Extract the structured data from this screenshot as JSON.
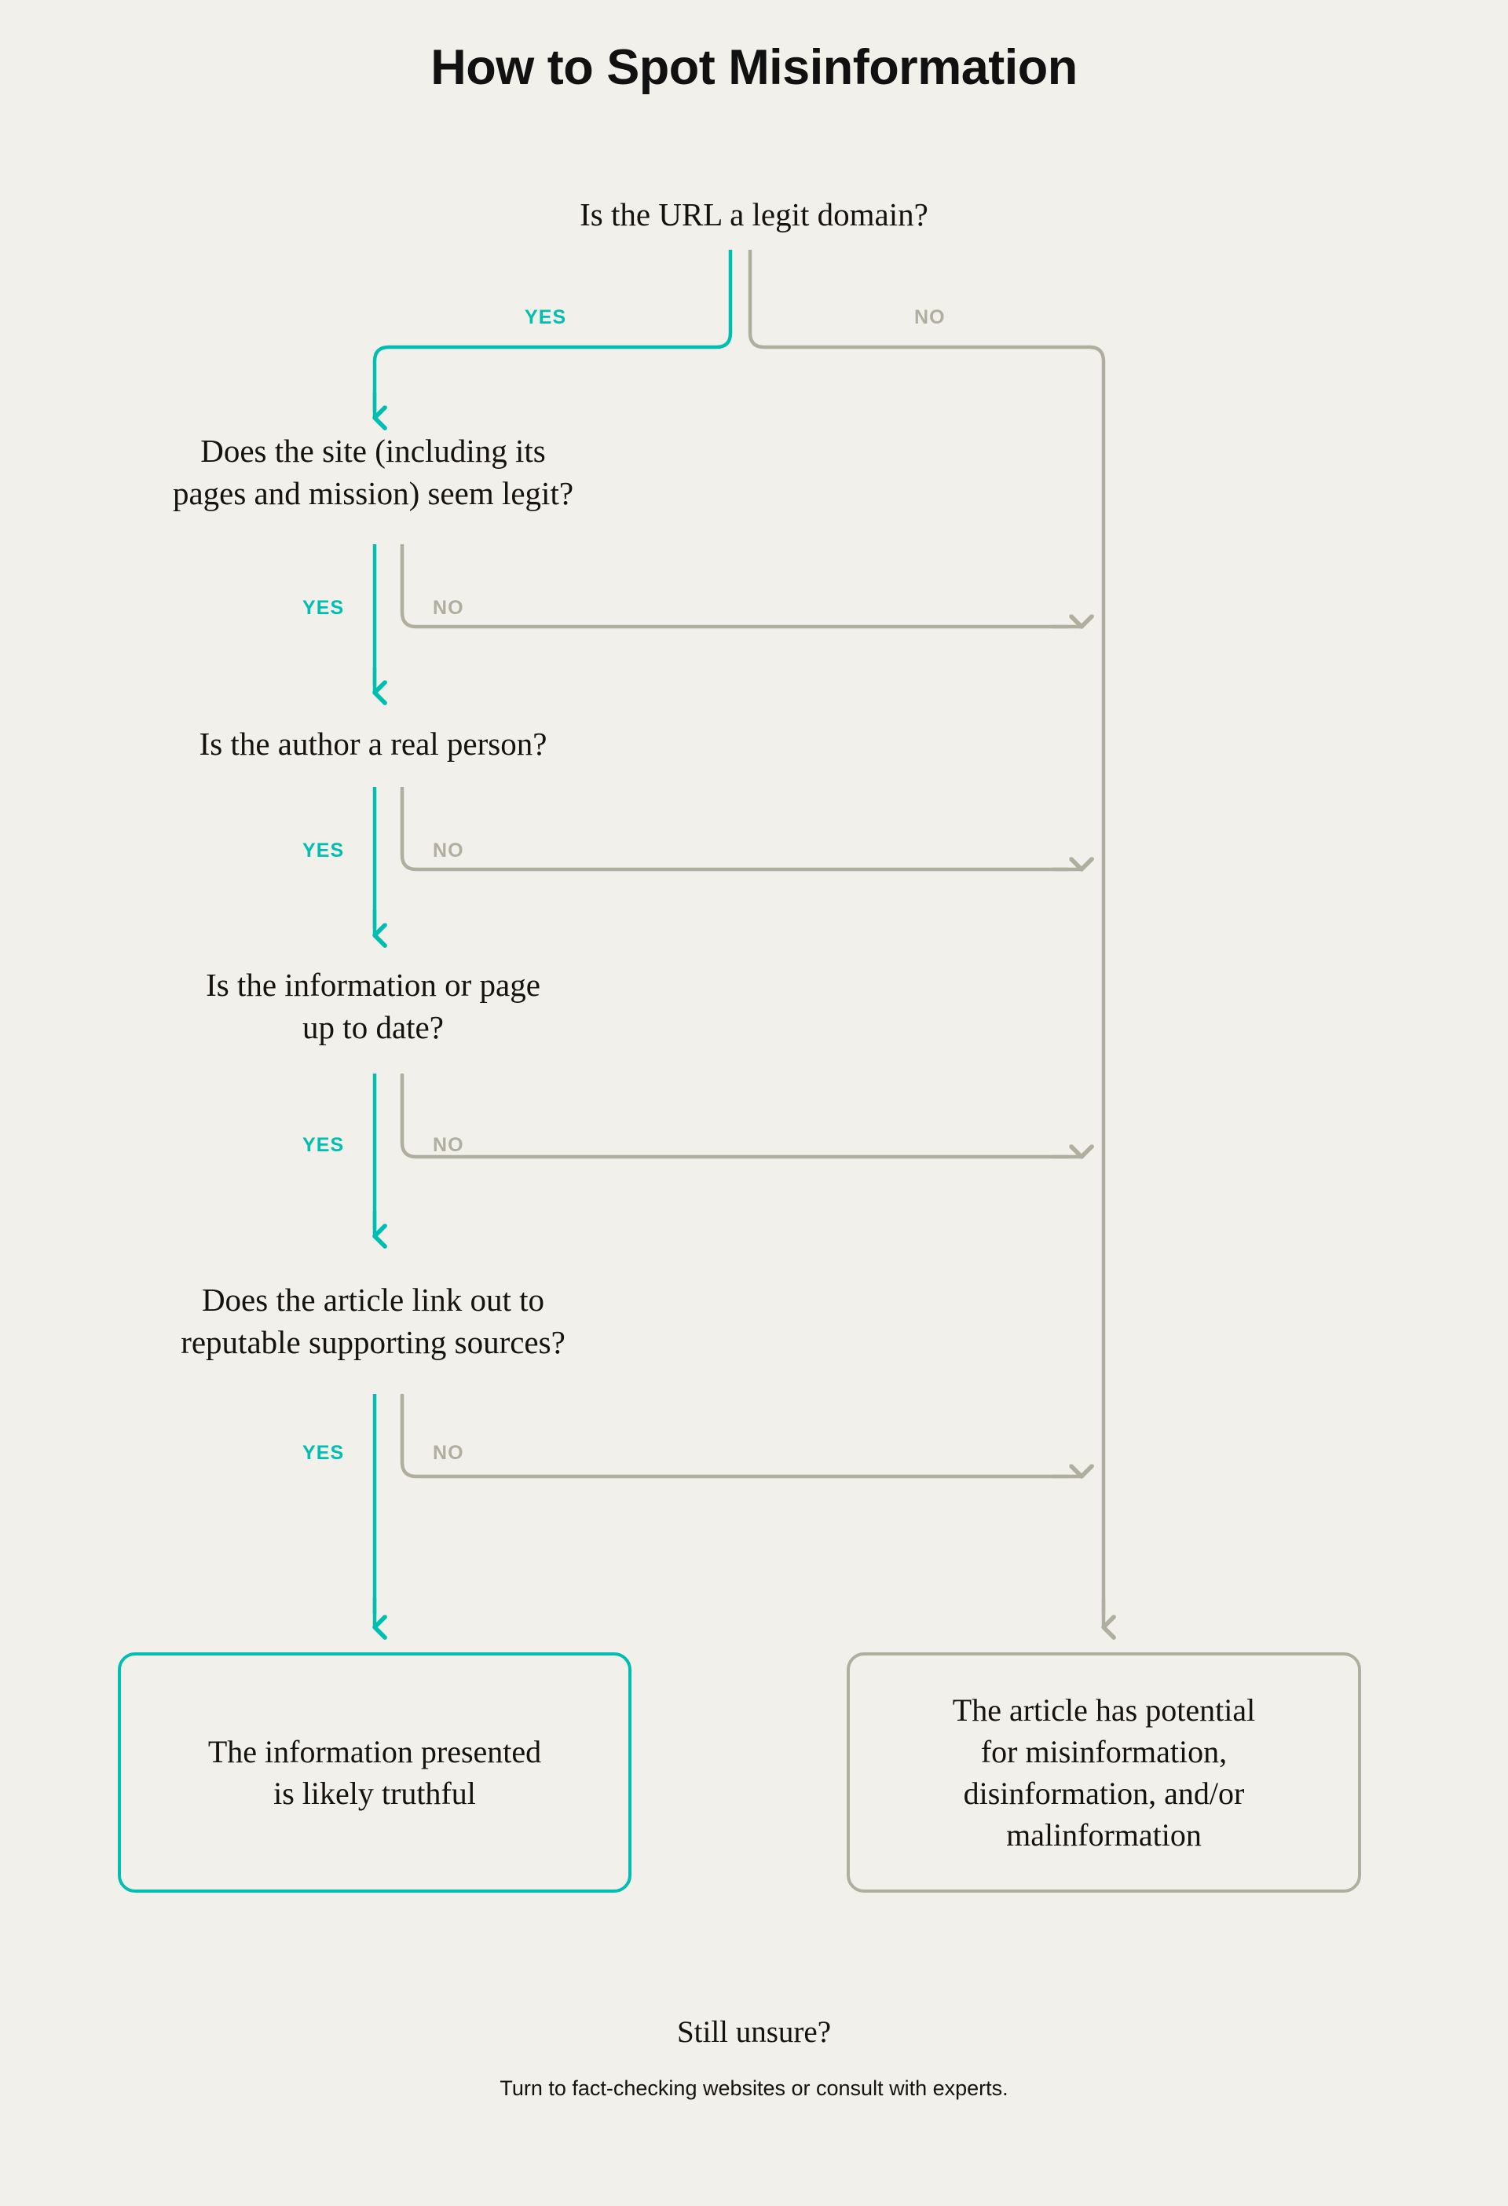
{
  "page": {
    "title": "How to Spot Misinformation",
    "background_color": "#F1F0EB",
    "yes_color": "#00BFB0",
    "no_color": "#B0AE9E",
    "text_color": "#15120F"
  },
  "labels": {
    "yes": "YES",
    "no": "NO"
  },
  "questions": [
    {
      "id": "q1",
      "text": "Is the URL a legit domain?"
    },
    {
      "id": "q2",
      "text": "Does the site (including its\npages and mission) seem legit?"
    },
    {
      "id": "q3",
      "text": "Is the author a real person?"
    },
    {
      "id": "q4",
      "text": "Is the information or page\nup to date?"
    },
    {
      "id": "q5",
      "text": "Does the article link out to\nreputable supporting sources?"
    }
  ],
  "branch_labels": {
    "q1_yes": "YES",
    "q1_no": "NO",
    "q2_yes": "YES",
    "q2_no": "NO",
    "q3_yes": "YES",
    "q3_no": "NO",
    "q4_yes": "YES",
    "q4_no": "NO",
    "q5_yes": "YES",
    "q5_no": "NO"
  },
  "outcomes": {
    "truthful": "The information presented\nis likely truthful",
    "misinformation": "The article has potential\nfor misinformation,\ndisinformation, and/or\nmalinformation"
  },
  "footer": {
    "question": "Still unsure?",
    "note": "Turn to fact-checking websites or consult with experts."
  },
  "chart_data": {
    "type": "diagram",
    "title": "How to Spot Misinformation",
    "nodes": [
      {
        "id": "q1",
        "kind": "decision",
        "label": "Is the URL a legit domain?"
      },
      {
        "id": "q2",
        "kind": "decision",
        "label": "Does the site (including its pages and mission) seem legit?"
      },
      {
        "id": "q3",
        "kind": "decision",
        "label": "Is the author a real person?"
      },
      {
        "id": "q4",
        "kind": "decision",
        "label": "Is the information or page up to date?"
      },
      {
        "id": "q5",
        "kind": "decision",
        "label": "Does the article link out to reputable supporting sources?"
      },
      {
        "id": "truthful",
        "kind": "outcome",
        "label": "The information presented is likely truthful"
      },
      {
        "id": "misinformation",
        "kind": "outcome",
        "label": "The article has potential for misinformation, disinformation, and/or malinformation"
      }
    ],
    "edges": [
      {
        "from": "q1",
        "to": "q2",
        "label": "YES",
        "color": "#00BFB0"
      },
      {
        "from": "q1",
        "to": "misinformation",
        "label": "NO",
        "color": "#B0AE9E"
      },
      {
        "from": "q2",
        "to": "q3",
        "label": "YES",
        "color": "#00BFB0"
      },
      {
        "from": "q2",
        "to": "misinformation",
        "label": "NO",
        "color": "#B0AE9E"
      },
      {
        "from": "q3",
        "to": "q4",
        "label": "YES",
        "color": "#00BFB0"
      },
      {
        "from": "q3",
        "to": "misinformation",
        "label": "NO",
        "color": "#B0AE9E"
      },
      {
        "from": "q4",
        "to": "q5",
        "label": "YES",
        "color": "#00BFB0"
      },
      {
        "from": "q4",
        "to": "misinformation",
        "label": "NO",
        "color": "#B0AE9E"
      },
      {
        "from": "q5",
        "to": "truthful",
        "label": "YES",
        "color": "#00BFB0"
      },
      {
        "from": "q5",
        "to": "misinformation",
        "label": "NO",
        "color": "#B0AE9E"
      }
    ]
  }
}
